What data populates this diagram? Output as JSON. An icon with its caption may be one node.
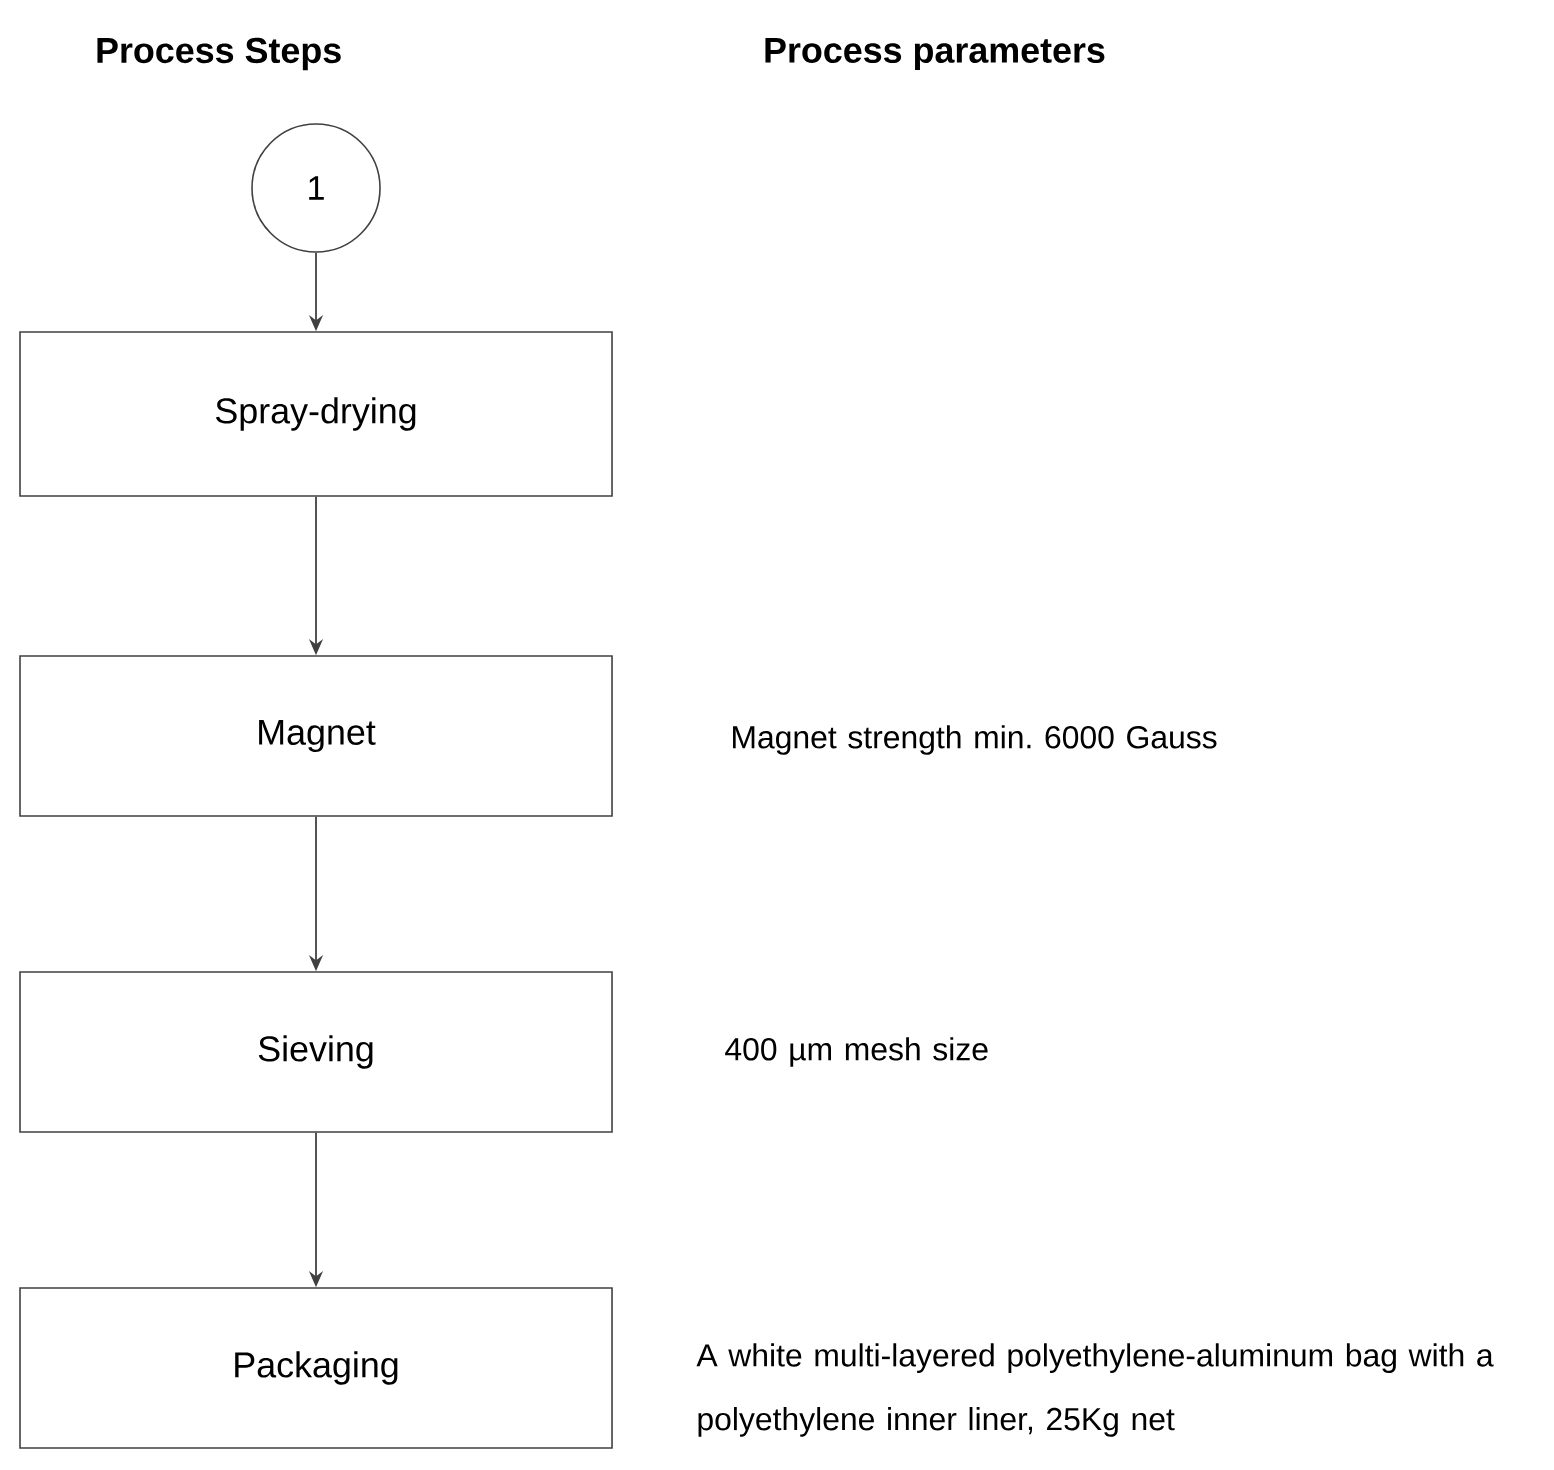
{
  "diagram": {
    "nodes": [
      {
        "text": [
          "1"
        ]
      },
      {
        "text": [
          "Spray-drying"
        ]
      },
      {
        "text": [
          "Magnet"
        ],
        "beside": [
          "Magnet strength min. 6000 Gauss"
        ]
      },
      {
        "text": [
          "Sieving"
        ],
        "beside": [
          "400 µm mesh size"
        ]
      },
      {
        "text": [
          "Packaging"
        ],
        "beside": [
          "A white multi-layered polyethylene-aluminum bag with a polyethylene inner liner, 25Kg net"
        ]
      }
    ],
    "edges": [
      {
        "from": 0,
        "to": 1,
        "arrow": "to"
      },
      {
        "from": 1,
        "to": 2,
        "arrow": "to"
      },
      {
        "from": 2,
        "to": 3,
        "arrow": "to"
      },
      {
        "from": 3,
        "to": 4,
        "arrow": "to"
      }
    ],
    "labels": [
      "Process Steps",
      "Process parameters"
    ]
  }
}
